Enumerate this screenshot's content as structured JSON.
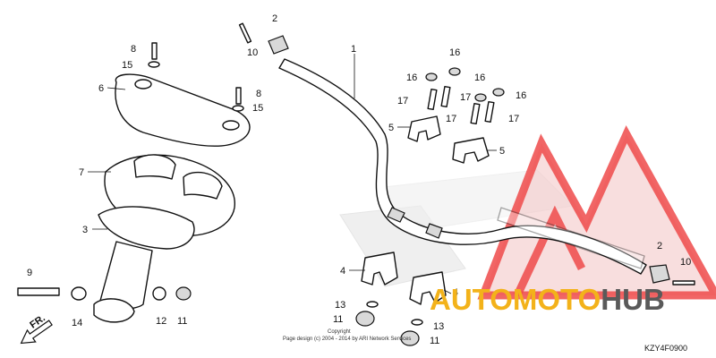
{
  "callouts": {
    "c1": "1",
    "c2a": "2",
    "c2b": "2",
    "c3": "3",
    "c4a": "4",
    "c4b": "4",
    "c5a": "5",
    "c5b": "5",
    "c6": "6",
    "c7": "7",
    "c8a": "8",
    "c8b": "8",
    "c9": "9",
    "c10a": "10",
    "c10b": "10",
    "c11a": "11",
    "c11b": "11",
    "c11c": "11",
    "c12": "12",
    "c13a": "13",
    "c13b": "13",
    "c14": "14",
    "c15a": "15",
    "c15b": "15",
    "c16a": "16",
    "c16b": "16",
    "c16c": "16",
    "c16d": "16",
    "c17a": "17",
    "c17b": "17",
    "c17c": "17",
    "c17d": "17"
  },
  "front_label": "FR.",
  "copyright_line1": "Copyright",
  "copyright_line2": "Page design (c) 2004 - 2014 by ARI Network Services",
  "diagram_code": "KZY4F0900",
  "watermark": {
    "word1": "AUTOMOTO",
    "word2": "HUB",
    "color1": "#f3b21a",
    "color2": "#5a5a5a",
    "logo_color": "#ef4a4a"
  }
}
